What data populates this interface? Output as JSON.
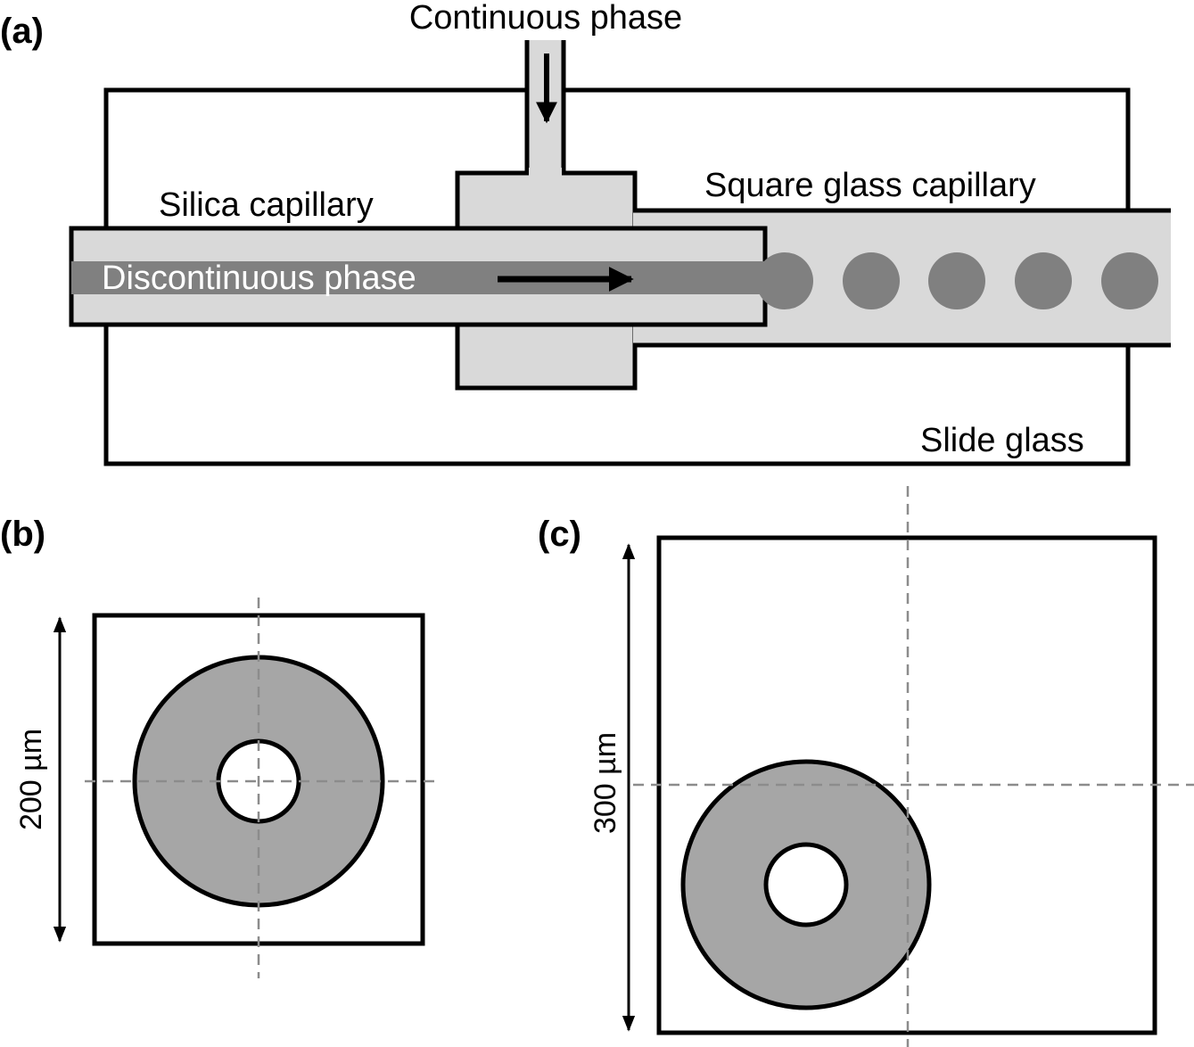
{
  "panels": {
    "a": {
      "label": "(a)",
      "continuous_phase": "Continuous phase",
      "silica_capillary": "Silica capillary",
      "discontinuous_phase": "Discontinuous phase",
      "square_glass_capillary": "Square glass capillary",
      "slide_glass": "Slide glass"
    },
    "b": {
      "label": "(b)",
      "dimension": "200 µm"
    },
    "c": {
      "label": "(c)",
      "dimension": "300 µm"
    }
  },
  "colors": {
    "capillary_fill": "#d9d9d9",
    "discontinuous_phase": "#808080",
    "annulus_fill": "#a6a6a6",
    "dashed_axis": "#8c8c8c"
  }
}
